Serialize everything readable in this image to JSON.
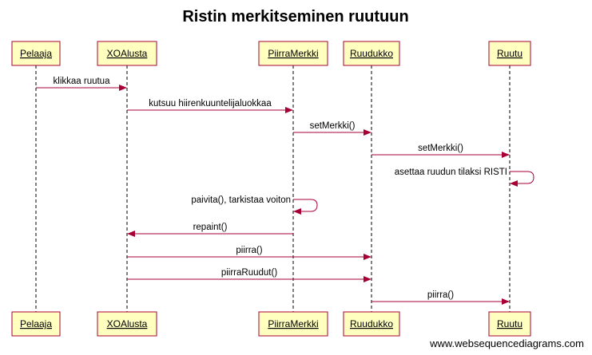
{
  "title": "Ristin merkitseminen ruutuun",
  "participants": [
    {
      "id": "pelaaja",
      "label": "Pelaaja"
    },
    {
      "id": "xoalusta",
      "label": "XOAlusta"
    },
    {
      "id": "piirramerkki",
      "label": "PiirraMerkki"
    },
    {
      "id": "ruudukko",
      "label": "Ruudukko"
    },
    {
      "id": "ruutu",
      "label": "Ruutu"
    }
  ],
  "messages": [
    {
      "from": "pelaaja",
      "to": "xoalusta",
      "label": "klikkaa ruutua"
    },
    {
      "from": "xoalusta",
      "to": "piirramerkki",
      "label": "kutsuu hiirenkuuntelijaluokkaa"
    },
    {
      "from": "piirramerkki",
      "to": "ruudukko",
      "label": "setMerkki()"
    },
    {
      "from": "ruudukko",
      "to": "ruutu",
      "label": "setMerkki()"
    },
    {
      "from": "ruutu",
      "to": "ruutu",
      "label": "asettaa ruudun tilaksi RISTI"
    },
    {
      "from": "piirramerkki",
      "to": "piirramerkki",
      "label": "paivita(), tarkistaa voiton"
    },
    {
      "from": "piirramerkki",
      "to": "xoalusta",
      "label": "repaint()"
    },
    {
      "from": "xoalusta",
      "to": "ruudukko",
      "label": "piirra()"
    },
    {
      "from": "xoalusta",
      "to": "ruudukko",
      "label": "piirraRuudut()"
    },
    {
      "from": "ruudukko",
      "to": "ruutu",
      "label": "piirra()"
    }
  ],
  "watermark": "www.websequencediagrams.com",
  "colors": {
    "box_fill": "#ffffc0",
    "accent": "#a80036"
  }
}
